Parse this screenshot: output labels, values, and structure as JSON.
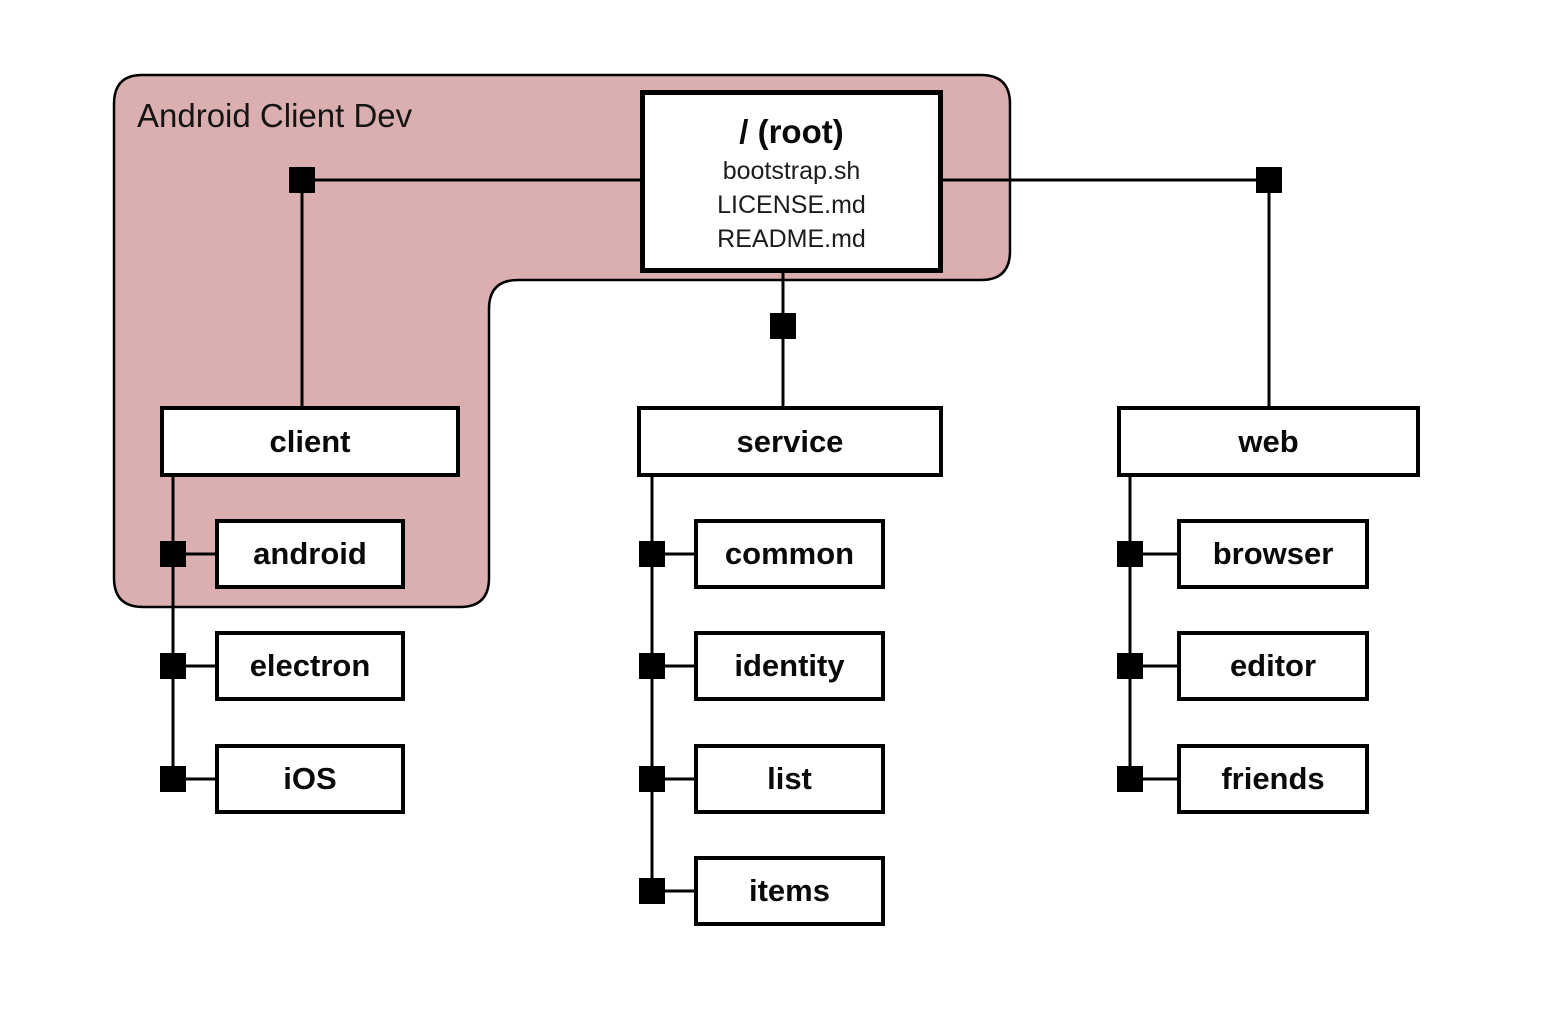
{
  "region": {
    "label": "Android Client Dev"
  },
  "tree": {
    "root": {
      "title": "/ (root)",
      "files": [
        "bootstrap.sh",
        "LICENSE.md",
        "README.md"
      ]
    },
    "branches": [
      {
        "label": "client",
        "children": [
          "android",
          "electron",
          "iOS"
        ]
      },
      {
        "label": "service",
        "children": [
          "common",
          "identity",
          "list",
          "items"
        ]
      },
      {
        "label": "web",
        "children": [
          "browser",
          "editor",
          "friends"
        ]
      }
    ]
  },
  "colors": {
    "region_fill": "#dbafaf",
    "region_stroke": "#000000",
    "connector_line": "#000000",
    "node_fill": "#ffffff",
    "node_border": "#000000",
    "text": "#0a0a0a"
  }
}
